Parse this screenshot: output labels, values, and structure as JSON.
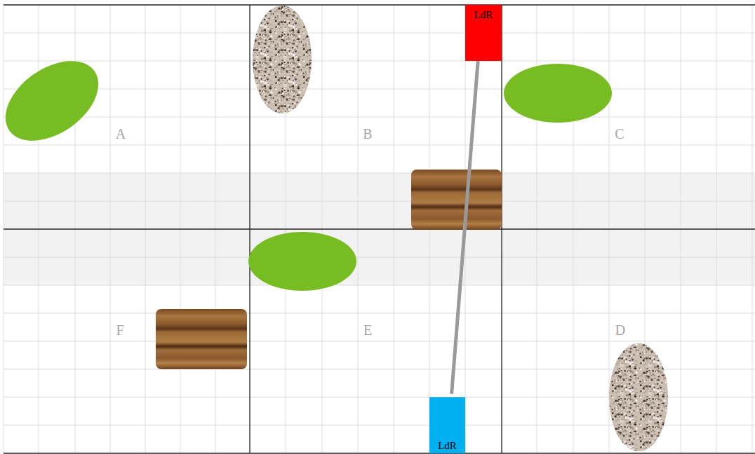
{
  "diagram": {
    "nodes": [
      {
        "text": [
          "LdR"
        ]
      },
      {
        "text": [
          "LdR"
        ]
      }
    ],
    "edges": [
      {
        "from": 0,
        "to": 1,
        "arrow": "none"
      }
    ],
    "labels": [
      "A",
      "B",
      "C",
      "F",
      "E",
      "D"
    ]
  }
}
